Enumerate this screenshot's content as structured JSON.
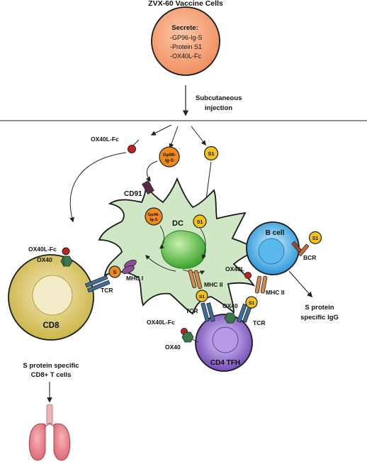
{
  "header": {
    "title": "ZVX-60 Vaccine Cells",
    "secrete_title": "Secrete:",
    "secrete_items": [
      "-GP96-Ig-S",
      "-Protein S1",
      "-OX40L-Fc"
    ],
    "injection_line1": "Subcutaneous",
    "injection_line2": "injection"
  },
  "molecules": {
    "ox40l_fc": "OX40L-Fc",
    "gp96_line1": "Gp96-",
    "gp96_line2": "Ig-S",
    "s1": "S1",
    "s": "S",
    "cd91": "CD91",
    "ox40": "OX40",
    "ox40l": "OX40L",
    "tcr": "TCR",
    "bcr": "BCR",
    "mhc1": "MHC I",
    "mhc2": "MHC II"
  },
  "cells": {
    "dc": "DC",
    "cd8": "CD8",
    "b_cell": "B cell",
    "cd4_tfh": "CD4 TFH"
  },
  "outcomes": {
    "cd8_line1": "S protein specific",
    "cd8_line2": "CD8+ T cells",
    "igg_line1": "S protein",
    "igg_line2": "specific IgG"
  },
  "colors": {
    "vaccine_cell": "#f6a072",
    "dc": "#cfe7c4",
    "dc_nucleus": "#5cbd4a",
    "cd8": "#d8c45a",
    "b_cell": "#2e9ee0",
    "cd4_tfh": "#7a4bbf",
    "s1_bead": "#f4c21a",
    "gp96_bead": "#f08a1e",
    "ox40l_bead": "#c62020",
    "ox40_hex": "#3a7a48",
    "lung": "#e8828a"
  },
  "icons": [
    "arrow-icon",
    "lung-icon",
    "receptor-icon"
  ]
}
